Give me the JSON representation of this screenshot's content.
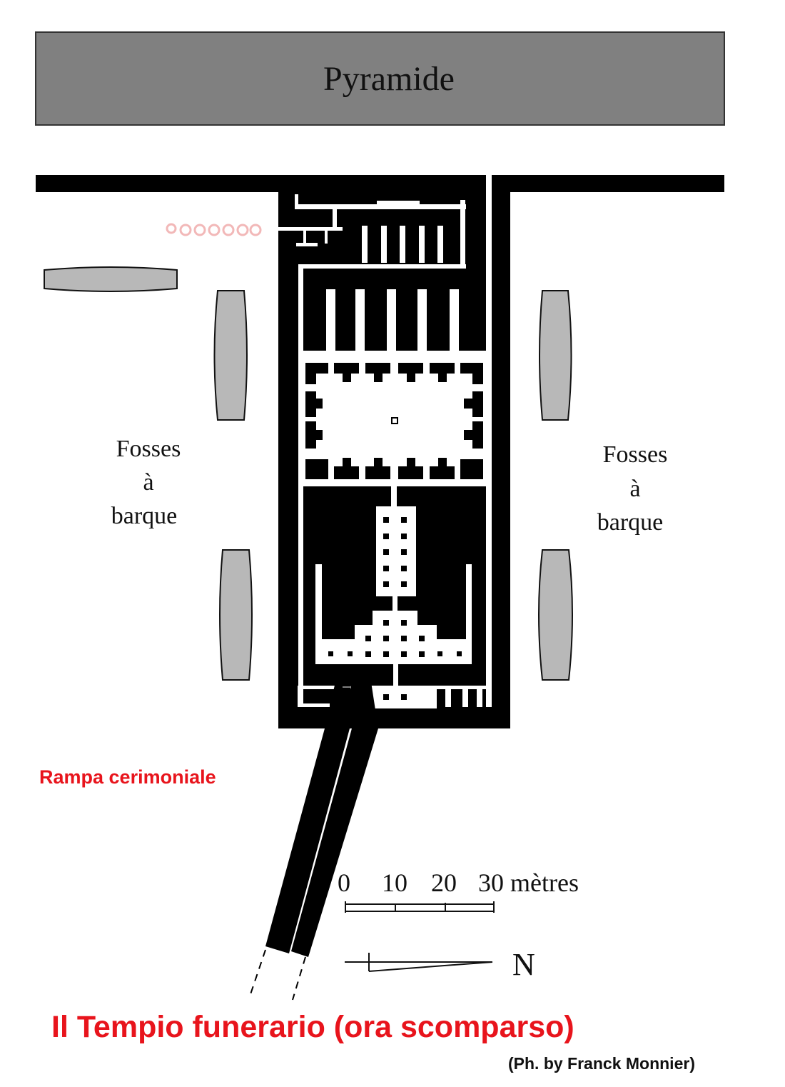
{
  "pyramid_label": "Pyramide",
  "boat_pits_left": [
    "Fosses",
    "à",
    "barque"
  ],
  "boat_pits_right": [
    "Fosses",
    "à",
    "barque"
  ],
  "causeway_label": "Rampa cerimoniale",
  "scale": {
    "ticks": [
      "0",
      "10",
      "20"
    ],
    "last": "30 mètres"
  },
  "north_label": "N",
  "title": "Il Tempio funerario (ora scomparso)",
  "credit": "(Ph. by Franck Monnier)",
  "colors": {
    "wall": "#000000",
    "pyramid": "#808080",
    "pit": "#b8b8b8",
    "red_text": "#e8141c"
  }
}
